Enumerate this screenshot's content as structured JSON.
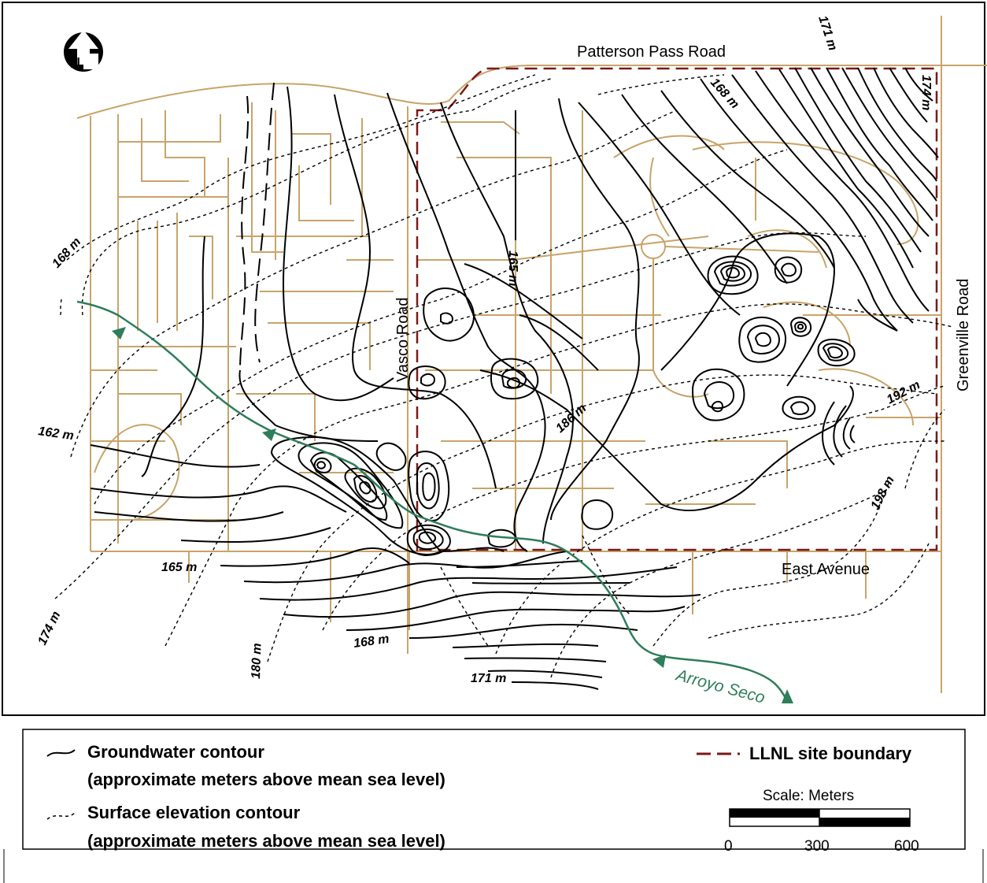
{
  "map": {
    "north_label": "N",
    "roads": {
      "patterson": "Patterson Pass Road",
      "vasco": "Vasco Road",
      "greenville": "Greenville Road",
      "east": "East Avenue"
    },
    "creek_label": "Arroyo Seco",
    "groundwater_labels": [
      "171 m",
      "174 m",
      "168 m",
      "165 m",
      "162 m",
      "165 m",
      "168 m",
      "171 m"
    ],
    "surface_labels": [
      "168 m",
      "186 m",
      "192 m",
      "198 m",
      "174 m",
      "180 m"
    ]
  },
  "legend": {
    "groundwater_title": "Groundwater contour",
    "groundwater_sub": "(approximate meters above mean sea level)",
    "surface_title": "Surface elevation contour",
    "surface_sub": "(approximate meters above mean sea level)",
    "boundary": "LLNL site boundary",
    "scale_title": "Scale: Meters",
    "scale_ticks": [
      "0",
      "300",
      "600"
    ]
  },
  "colors": {
    "road": "#c8a46a",
    "boundary": "#7a1a1a",
    "creek": "#2e7d5b",
    "contour": "#000000"
  }
}
